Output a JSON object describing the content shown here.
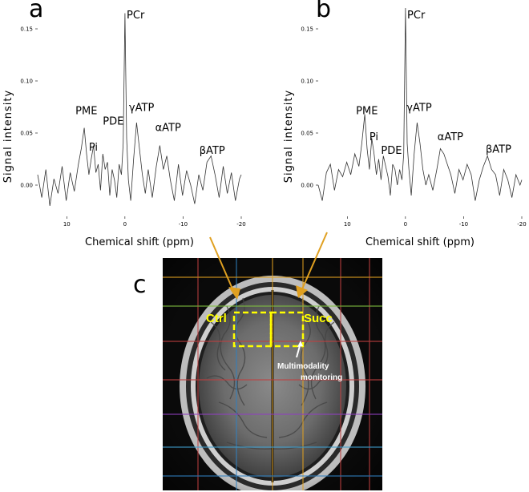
{
  "panels": {
    "a": "a",
    "b": "b",
    "c": "c"
  },
  "chart_data": [
    {
      "type": "line",
      "panel": "a",
      "xlabel": "Chemical shift (ppm)",
      "ylabel": "Signal intensity",
      "xlim": [
        15,
        -20
      ],
      "ylim": [
        -0.03,
        0.17
      ],
      "xticks": [
        "10",
        "0",
        "-10",
        "-20"
      ],
      "xtick_values": [
        10,
        0,
        -10,
        -20
      ],
      "yticks": [
        "0.00",
        "0.05",
        "0.10",
        "0.15"
      ],
      "ytick_values": [
        0.0,
        0.05,
        0.1,
        0.15
      ],
      "series": [
        {
          "x": [
            15,
            14.3,
            13.6,
            12.9,
            12.2,
            11.5,
            10.8,
            10.1,
            9.4,
            8.7,
            8.0,
            7.5,
            7.0,
            6.6,
            6.2,
            5.8,
            5.4,
            5.0,
            4.6,
            4.2,
            3.8,
            3.4,
            3.0,
            2.6,
            2.2,
            1.8,
            1.4,
            1.0,
            0.6,
            0.3,
            0.0,
            -0.3,
            -0.6,
            -1.0,
            -1.5,
            -2.0,
            -2.5,
            -3.0,
            -3.5,
            -4.0,
            -4.7,
            -5.4,
            -6.0,
            -6.6,
            -7.2,
            -7.8,
            -8.5,
            -9.2,
            -9.9,
            -10.6,
            -11.3,
            -12.0,
            -12.7,
            -13.4,
            -14.1,
            -14.8,
            -15.5,
            -16.2,
            -16.9,
            -17.6,
            -18.3,
            -19.0,
            -19.7,
            -20
          ],
          "y": [
            0.01,
            -0.012,
            0.015,
            -0.02,
            0.006,
            -0.008,
            0.018,
            -0.015,
            0.012,
            -0.006,
            0.02,
            0.035,
            0.055,
            0.03,
            0.01,
            0.025,
            0.038,
            0.012,
            0.02,
            -0.005,
            0.03,
            0.015,
            0.022,
            -0.01,
            0.015,
            0.005,
            -0.012,
            0.02,
            0.01,
            0.04,
            0.165,
            0.045,
            0.005,
            -0.015,
            0.025,
            0.06,
            0.035,
            0.01,
            -0.008,
            0.015,
            -0.012,
            0.018,
            0.038,
            0.015,
            0.028,
            0.005,
            -0.015,
            0.02,
            -0.01,
            0.014,
            0.0,
            -0.018,
            0.01,
            -0.005,
            0.022,
            0.028,
            0.01,
            -0.012,
            0.018,
            -0.008,
            0.012,
            -0.015,
            0.006,
            0.01
          ]
        }
      ],
      "annotations": [
        {
          "text": "PCr",
          "x": -0.3,
          "y": 0.16
        },
        {
          "text": "PME",
          "x": 8.5,
          "y": 0.068
        },
        {
          "text": "Pi",
          "x": 6.2,
          "y": 0.033
        },
        {
          "text": "PDE",
          "x": 3.8,
          "y": 0.058
        },
        {
          "text": "γATP",
          "x": -0.7,
          "y": 0.071
        },
        {
          "text": "αATP",
          "x": -5.2,
          "y": 0.052
        },
        {
          "text": "βATP",
          "x": -12.8,
          "y": 0.03
        }
      ]
    },
    {
      "type": "line",
      "panel": "b",
      "xlabel": "Chemical shift (ppm)",
      "ylabel": "Signal intensity",
      "xlim": [
        15,
        -20
      ],
      "ylim": [
        -0.03,
        0.17
      ],
      "xticks": [
        "10",
        "0",
        "-10",
        "-20"
      ],
      "xtick_values": [
        10,
        0,
        -10,
        -20
      ],
      "yticks": [
        "0.00",
        "0.05",
        "0.10",
        "0.15"
      ],
      "ytick_values": [
        0.0,
        0.05,
        0.1,
        0.15
      ],
      "series": [
        {
          "x": [
            15,
            14.3,
            13.6,
            12.9,
            12.2,
            11.5,
            10.8,
            10.1,
            9.4,
            8.7,
            8.0,
            7.5,
            7.0,
            6.6,
            6.2,
            5.8,
            5.4,
            5.0,
            4.6,
            4.2,
            3.8,
            3.4,
            3.0,
            2.6,
            2.2,
            1.8,
            1.4,
            1.0,
            0.6,
            0.3,
            0.0,
            -0.3,
            -0.6,
            -1.0,
            -1.5,
            -2.0,
            -2.5,
            -3.0,
            -3.5,
            -4.0,
            -4.7,
            -5.4,
            -6.0,
            -6.6,
            -7.2,
            -7.8,
            -8.5,
            -9.2,
            -9.9,
            -10.6,
            -11.3,
            -12.0,
            -12.7,
            -13.4,
            -14.1,
            -14.8,
            -15.5,
            -16.2,
            -16.9,
            -17.6,
            -18.3,
            -19.0,
            -19.7,
            -20
          ],
          "y": [
            0.0,
            -0.015,
            0.012,
            0.02,
            -0.005,
            0.015,
            0.008,
            0.022,
            0.01,
            0.03,
            0.018,
            0.04,
            0.068,
            0.035,
            0.015,
            0.045,
            0.03,
            0.01,
            0.025,
            0.005,
            0.028,
            0.018,
            0.008,
            -0.01,
            0.02,
            0.015,
            0.0,
            0.015,
            0.005,
            0.03,
            0.17,
            0.04,
            0.015,
            -0.01,
            0.03,
            0.06,
            0.04,
            0.015,
            0.0,
            0.01,
            -0.005,
            0.015,
            0.035,
            0.03,
            0.02,
            0.01,
            -0.008,
            0.015,
            0.005,
            0.02,
            0.01,
            -0.015,
            0.005,
            0.018,
            0.028,
            0.015,
            0.01,
            -0.01,
            0.015,
            0.005,
            -0.012,
            0.01,
            0.0,
            0.005
          ]
        }
      ],
      "annotations": [
        {
          "text": "PCr",
          "x": -0.3,
          "y": 0.16
        },
        {
          "text": "PME",
          "x": 8.5,
          "y": 0.068
        },
        {
          "text": "Pi",
          "x": 6.2,
          "y": 0.043
        },
        {
          "text": "PDE",
          "x": 4.2,
          "y": 0.03
        },
        {
          "text": "γATP",
          "x": -0.2,
          "y": 0.071
        },
        {
          "text": "αATP",
          "x": -5.5,
          "y": 0.043
        },
        {
          "text": "βATP",
          "x": -13.8,
          "y": 0.031
        }
      ]
    }
  ],
  "mri": {
    "left_label": "Ctrl",
    "right_label": "Succ",
    "note_line1": "Multimodality",
    "note_line2": "monitoring",
    "label_color": "#ffff00",
    "box_color": "#ffff00",
    "arrow_color": "#e0a020",
    "grid_colors": [
      "#e0a020",
      "#80c040",
      "#c04040",
      "#9040c0",
      "#3080c0",
      "#40a0d0"
    ]
  }
}
